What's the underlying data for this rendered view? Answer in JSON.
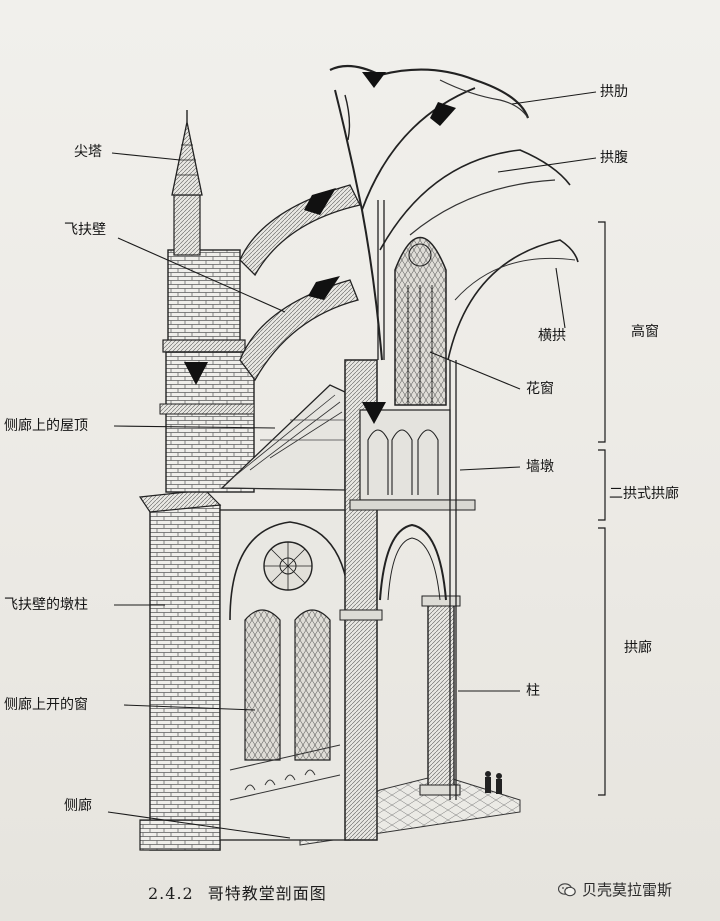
{
  "figure": {
    "number": "2.4.2",
    "caption": "哥特教堂剖面图"
  },
  "labels": {
    "spire": "尖塔",
    "flying_buttress": "飞扶壁",
    "aisle_roof": "侧廊上的屋顶",
    "buttress_pier": "飞扶壁的墩柱",
    "aisle_window": "侧廊上开的窗",
    "aisle": "侧廊",
    "rib": "拱肋",
    "web": "拱腹",
    "transverse_arch": "横拱",
    "tracery": "花窗",
    "wall_pier": "墙墩",
    "column": "柱"
  },
  "zones": {
    "clerestory": "高窗",
    "triforium": "二拱式拱廊",
    "arcade": "拱廊"
  },
  "watermark": {
    "text": "贝壳莫拉雷斯",
    "icon": "wechat-icon"
  }
}
